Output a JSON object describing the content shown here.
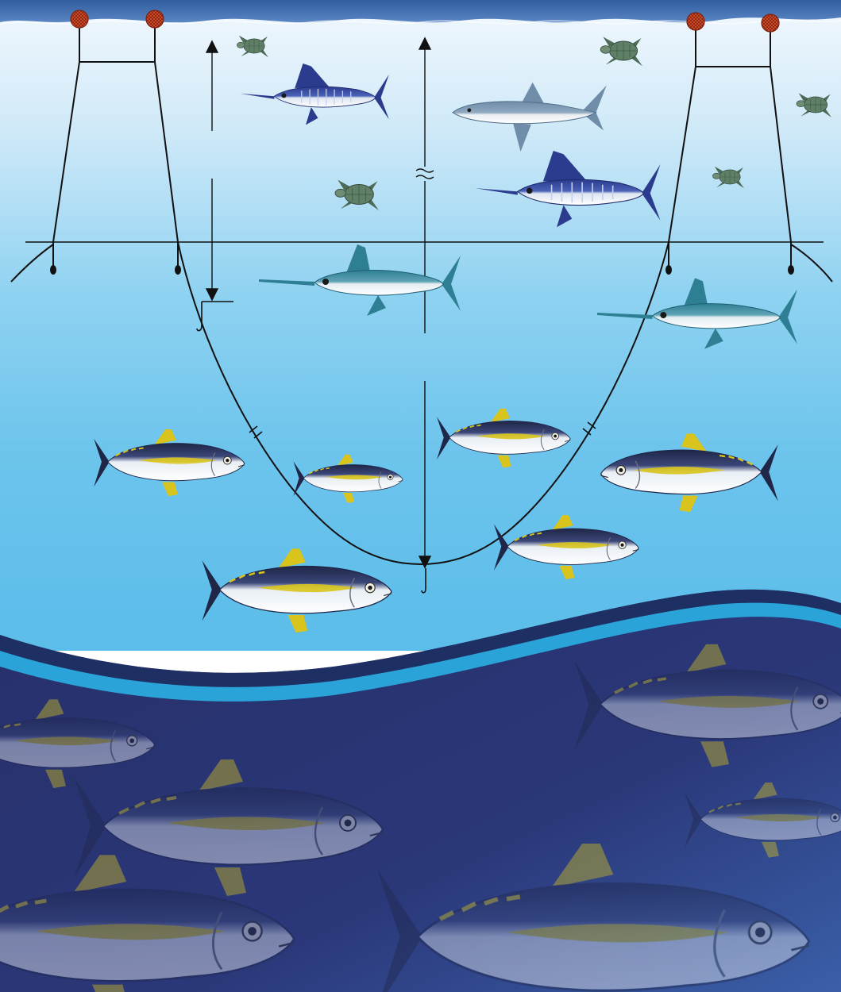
{
  "diagram": {
    "kind": "longline-fishing-illustration",
    "labels": [],
    "colors": {
      "surface": "#2f5d9e",
      "shallow_water_top": "#f2f8fd",
      "mid_water": "#6cc4ec",
      "deep_water": "#27306a",
      "deep_water_bottom": "#3a5fa8",
      "wave_band_dark": "#1d2f63",
      "wave_band_light": "#2aa4d8",
      "float": "#e0502a",
      "line": "#111111",
      "turtle": "#4d6b57",
      "tuna_back": "#1f2648",
      "tuna_fin": "#d8c41c",
      "marlin_back": "#2b3b8e",
      "swordfish_back": "#2f7f94",
      "shark": "#6f8da8"
    },
    "elements": {
      "floats": [
        "float",
        "float",
        "float",
        "float"
      ],
      "gear": [
        "buoy-line",
        "mainline",
        "branchline",
        "hook",
        "depth-arrow"
      ],
      "animals": [
        "sea-turtle",
        "blue-marlin",
        "shortfin-mako-shark",
        "swordfish",
        "yellowfin-tuna"
      ]
    }
  }
}
